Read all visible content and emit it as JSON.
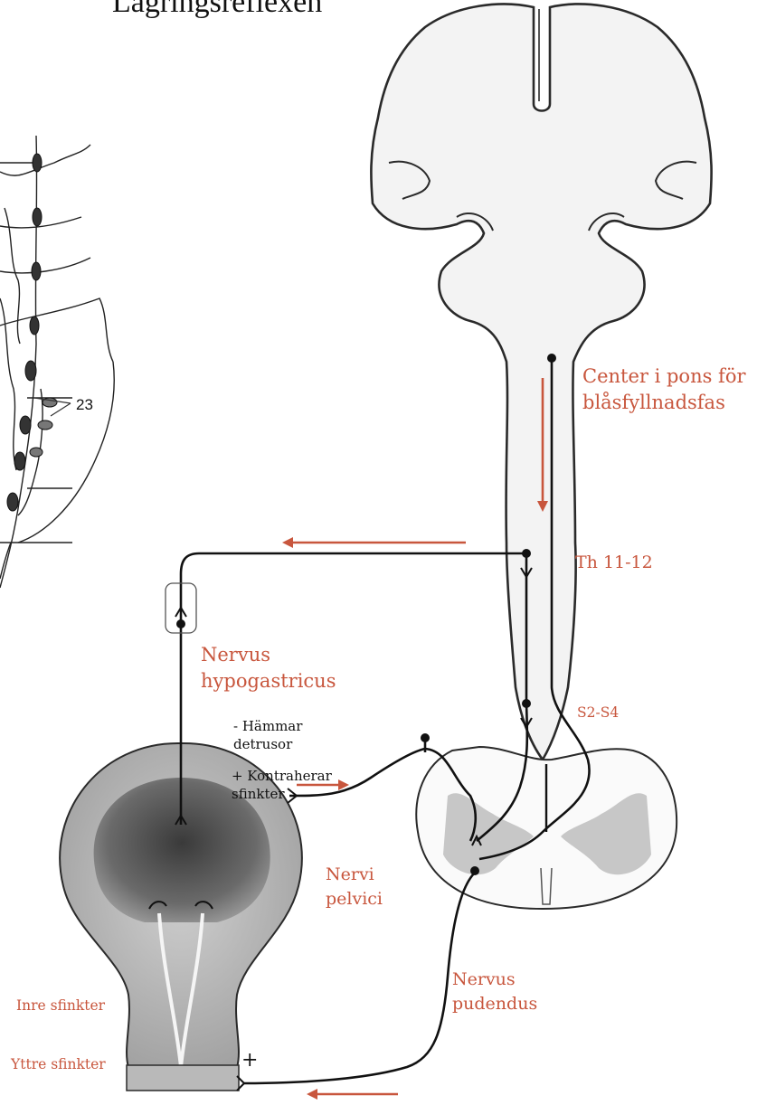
{
  "title": "Lagringsreflexen",
  "labels": {
    "pons_center_line1": "Center i pons för",
    "pons_center_line2": "blåsfyllnadsfas",
    "th_level": "Th 11-12",
    "s_level": "S2-S4",
    "hypogastricus_line1": "Nervus",
    "hypogastricus_line2": "hypogastricus",
    "effect1_line1": "- Hämmar",
    "effect1_line2": "detrusor",
    "effect2_line1": "+ Kontraherar",
    "effect2_line2": "sfinkter",
    "pelvici_line1": "Nervi",
    "pelvici_line2": "pelvici",
    "pudendus_line1": "Nervus",
    "pudendus_line2": "pudendus",
    "inner_sphincter": "Inre sfinkter",
    "outer_sphincter": "Yttre sfinkter",
    "plus_sign": "+",
    "ganglion_number": "23"
  },
  "colors": {
    "accent": "#c8563d",
    "text": "#111111",
    "tissue": "#f2f2f2",
    "line": "#1a1a1a"
  }
}
